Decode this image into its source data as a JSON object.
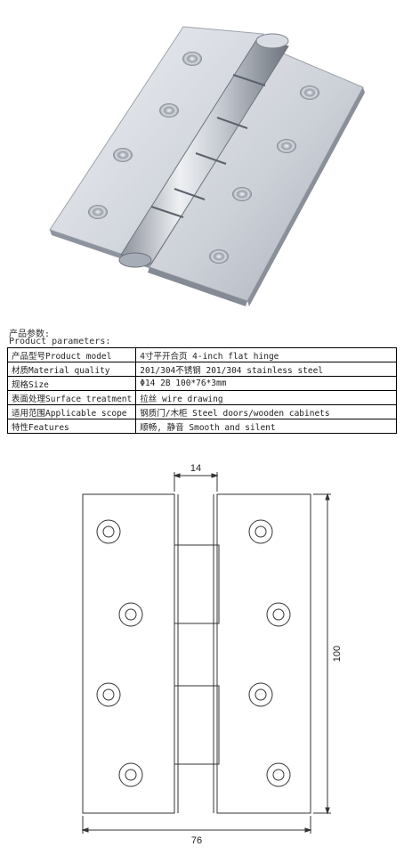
{
  "product_params": {
    "heading_cn": "产品参数:",
    "heading_en": "Product parameters:",
    "rows": [
      {
        "key": "产品型号Product model",
        "value": "4寸平开合页 4-inch flat hinge"
      },
      {
        "key": "材质Material quality",
        "value": "201/304不锈钢 201/304 stainless steel"
      },
      {
        "key": "规格Size",
        "value": "Φ14  2B 100*76*3mm"
      },
      {
        "key": "表面处理Surface treatment",
        "value": "拉丝 wire drawing"
      },
      {
        "key": "适用范围Applicable scope",
        "value": "钢质门/木柜 Steel doors/wooden cabinets"
      },
      {
        "key": "特性Features",
        "value": "顺畅, 静音 Smooth and silent"
      }
    ]
  },
  "drawing": {
    "dim_knuckle": "14",
    "dim_height": "100",
    "dim_width": "76"
  },
  "colors": {
    "steel_light": "#e6e9ee",
    "steel_mid": "#b9bec7",
    "steel_dark": "#7f8590",
    "line": "#333333"
  }
}
